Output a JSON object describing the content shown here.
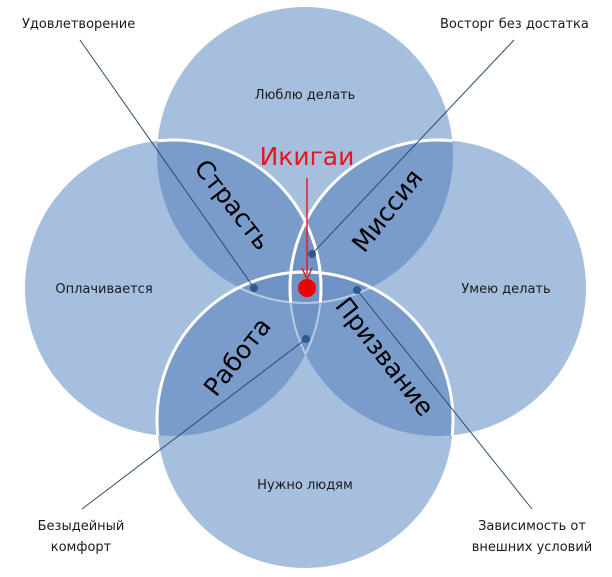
{
  "title": "Икигаи",
  "colors": {
    "circle": "#a7bfde",
    "overlap": "#7a9ccb",
    "center_dot": "#f00000",
    "leader": "#2c4a70",
    "accent_text": "#e8141c"
  },
  "circles": [
    {
      "id": "top",
      "label": "Люблю делать"
    },
    {
      "id": "left",
      "label": "Оплачивается"
    },
    {
      "id": "right",
      "label": "Умею делать"
    },
    {
      "id": "bottom",
      "label": "Нужно людям"
    }
  ],
  "intersections": [
    {
      "id": "passion",
      "label": "Страсть"
    },
    {
      "id": "mission",
      "label": "Миссия"
    },
    {
      "id": "profession",
      "label": "Работа"
    },
    {
      "id": "vocation",
      "label": "Призвание"
    }
  ],
  "callouts": [
    {
      "id": "satisfaction",
      "lines": [
        "Удовлетворение"
      ]
    },
    {
      "id": "delight",
      "lines": [
        "Восторг без достатка"
      ]
    },
    {
      "id": "comfort",
      "lines": [
        "Безыдейный",
        "комфорт"
      ]
    },
    {
      "id": "dependency",
      "lines": [
        "Зависимость от",
        "внешних условий"
      ]
    }
  ]
}
